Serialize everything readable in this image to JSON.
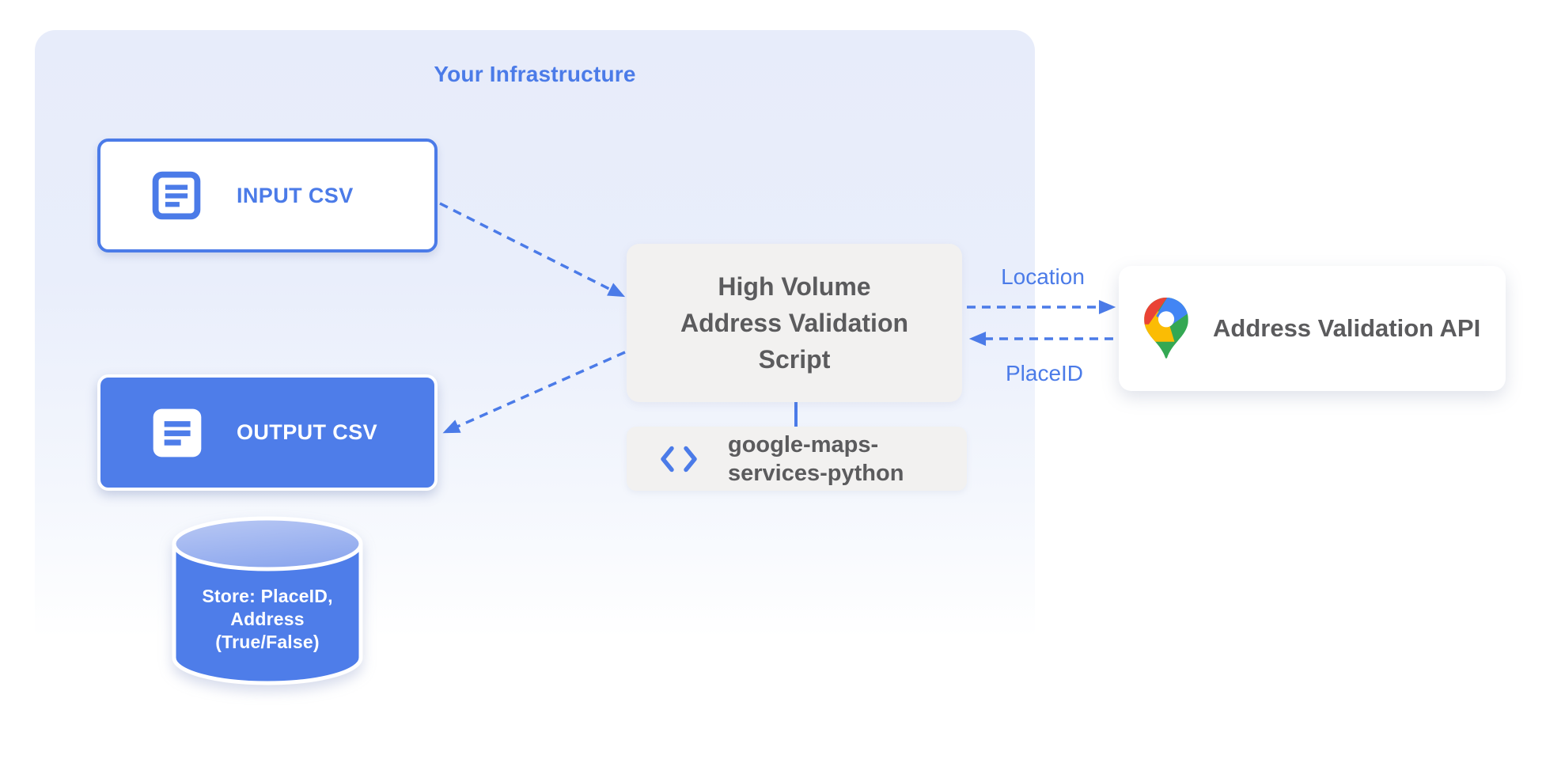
{
  "colors": {
    "blue": "#4b7be8",
    "node-blue": "#4e7de9",
    "light-gray": "#f2f1f0",
    "dark-text": "#5b5b5d",
    "infra-top": "#e7ecfa",
    "cyl-top-light": "#bac9f4",
    "cyl-top-dark": "#8fa9ee",
    "pin-red": "#ea4335",
    "pin-blue": "#4285f4",
    "pin-yellow": "#fbbc04",
    "pin-green": "#34a853"
  },
  "infrastructure": {
    "title": "Your Infrastructure"
  },
  "nodes": {
    "input_csv": {
      "label": "INPUT CSV",
      "icon": "document-lines-icon"
    },
    "output_csv": {
      "label": "OUTPUT CSV",
      "icon": "document-lines-icon"
    },
    "datastore": {
      "line1": "Store: PlaceID,",
      "line2": "Address",
      "line3": "(True/False)",
      "icon": "database-cylinder"
    },
    "script": {
      "line1": "High Volume",
      "line2": "Address Validation",
      "line3": "Script"
    },
    "library": {
      "line1": "google-maps-",
      "line2": "services-python",
      "icon": "code-icon"
    },
    "api": {
      "label": "Address Validation API",
      "icon": "google-maps-pin-icon"
    }
  },
  "edges": {
    "location_label": "Location",
    "placeid_label": "PlaceID"
  }
}
